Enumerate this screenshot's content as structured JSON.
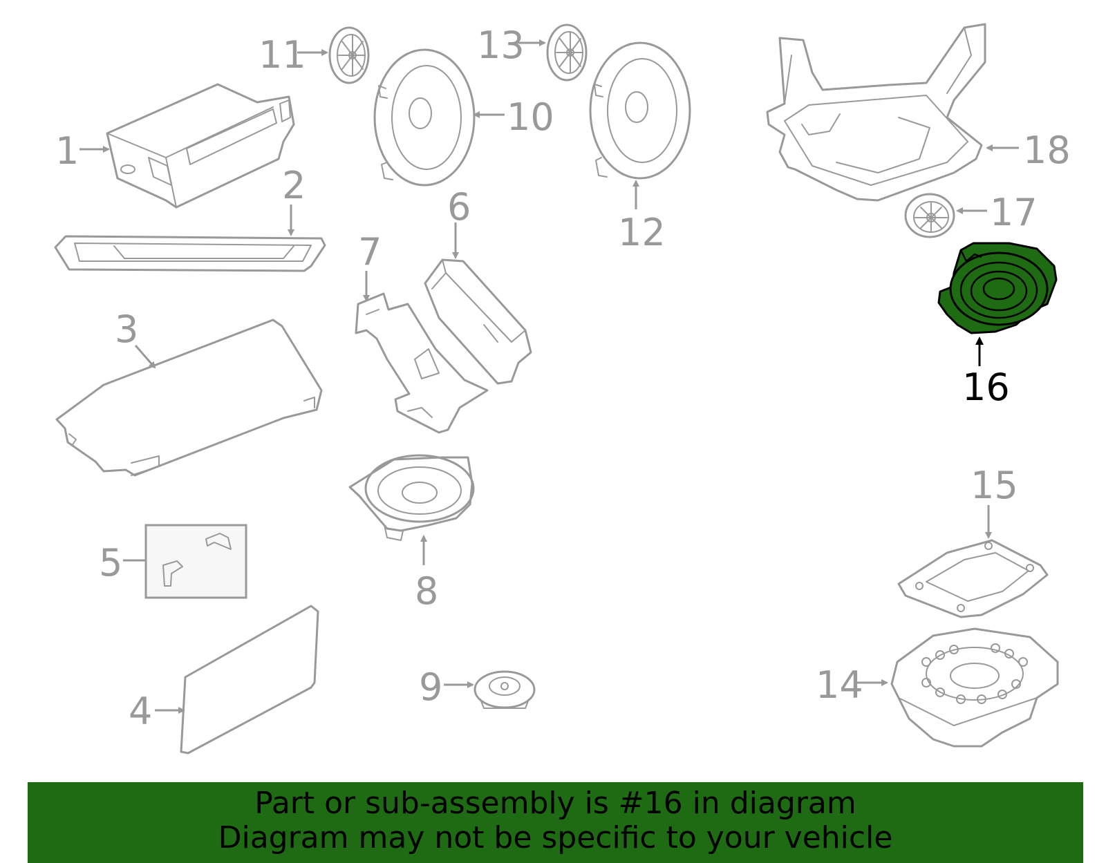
{
  "diagram": {
    "highlighted_part": "16",
    "highlight_color": "#1e6b14",
    "line_color": "#999999",
    "callouts": {
      "c1": "1",
      "c2": "2",
      "c3": "3",
      "c4": "4",
      "c5": "5",
      "c6": "6",
      "c7": "7",
      "c8": "8",
      "c9": "9",
      "c10": "10",
      "c11": "11",
      "c12": "12",
      "c13": "13",
      "c14": "14",
      "c15": "15",
      "c16": "16",
      "c17": "17",
      "c18": "18"
    }
  },
  "banner": {
    "line1": "Part or sub-assembly is #16 in diagram",
    "line2": "Diagram may not be specific to your vehicle",
    "background": "#1e6b14"
  }
}
